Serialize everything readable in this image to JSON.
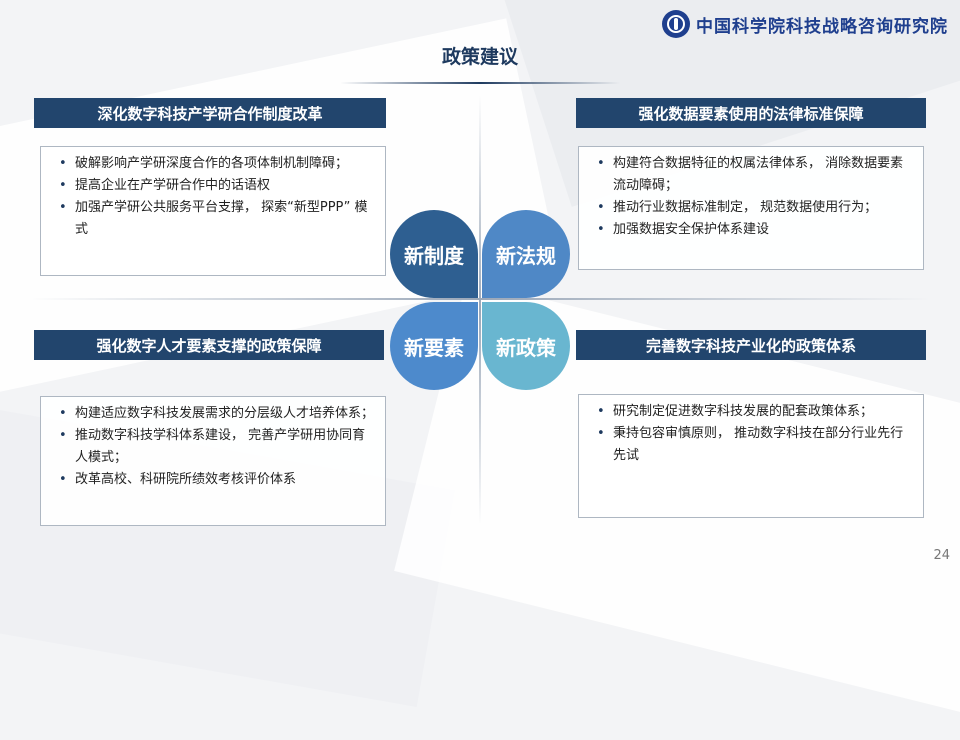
{
  "logo": {
    "text": "中国科学院科技战略咨询研究院"
  },
  "page_title": "政策建议",
  "sections": [
    {
      "header": "深化数字科技产学研合作制度改革",
      "items": [
        "破解影响产学研深度合作的各项体制机制障碍；",
        "提高企业在产学研合作中的话语权",
        "加强产学研公共服务平台支撑， 探索“新型PPP” 模式"
      ]
    },
    {
      "header": "强化数据要素使用的法律标准保障",
      "items": [
        "构建符合数据特征的权属法律体系， 消除数据要素流动障碍；",
        "推动行业数据标准制定， 规范数据使用行为；",
        "加强数据安全保护体系建设"
      ]
    },
    {
      "header": "强化数字人才要素支撑的政策保障",
      "items": [
        "构建适应数字科技发展需求的分层级人才培养体系；",
        "推动数字科技学科体系建设， 完善产学研用协同育人模式；",
        "改革高校、科研院所绩效考核评价体系"
      ]
    },
    {
      "header": "完善数字科技产业化的政策体系",
      "items": [
        "研究制定促进数字科技发展的配套政策体系；",
        "秉持包容审慎原则， 推动数字科技在部分行业先行先试"
      ]
    }
  ],
  "quadrants": [
    {
      "label": "新制度",
      "color": "#2e5f91"
    },
    {
      "label": "新法规",
      "color": "#4f88c6"
    },
    {
      "label": "新要素",
      "color": "#4d8acc"
    },
    {
      "label": "新政策",
      "color": "#69b6d0"
    }
  ],
  "page_number": "24"
}
